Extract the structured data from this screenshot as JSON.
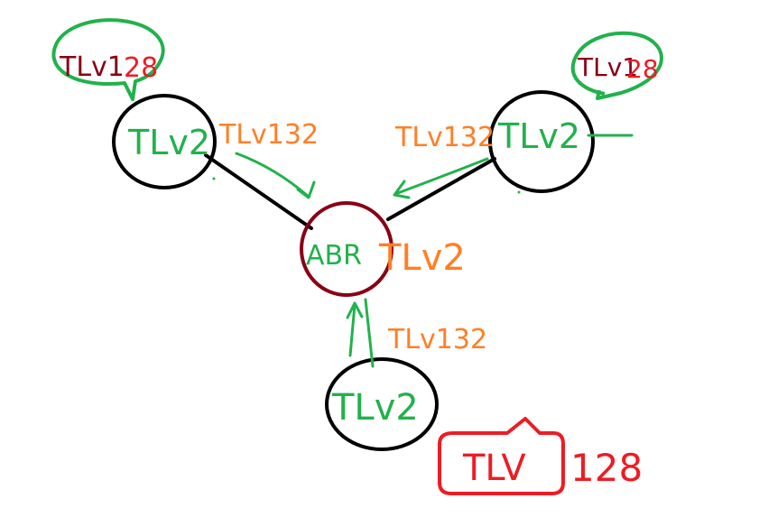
{
  "colors": {
    "green": "#22b14c",
    "orange": "#ff7f27",
    "dark_red": "#880015",
    "red": "#ed1c24",
    "black": "#000000"
  },
  "nodes": {
    "top_left": {
      "label": "TLv2"
    },
    "top_right": {
      "label": "TLv2"
    },
    "bottom": {
      "label": "TLv2"
    },
    "center": {
      "label": "ABR",
      "suffix": "TLv2"
    }
  },
  "edge_labels": {
    "top_left": "TLv132",
    "top_right": "TLv132",
    "bottom": "TLv132"
  },
  "bubbles": {
    "top_left": {
      "text_main": "TLv1",
      "text_overlay": "28"
    },
    "top_right": {
      "text_main": "TLv1",
      "text_overlay": "28"
    },
    "bottom_right": {
      "text": "TLV",
      "side_text": "128"
    }
  }
}
